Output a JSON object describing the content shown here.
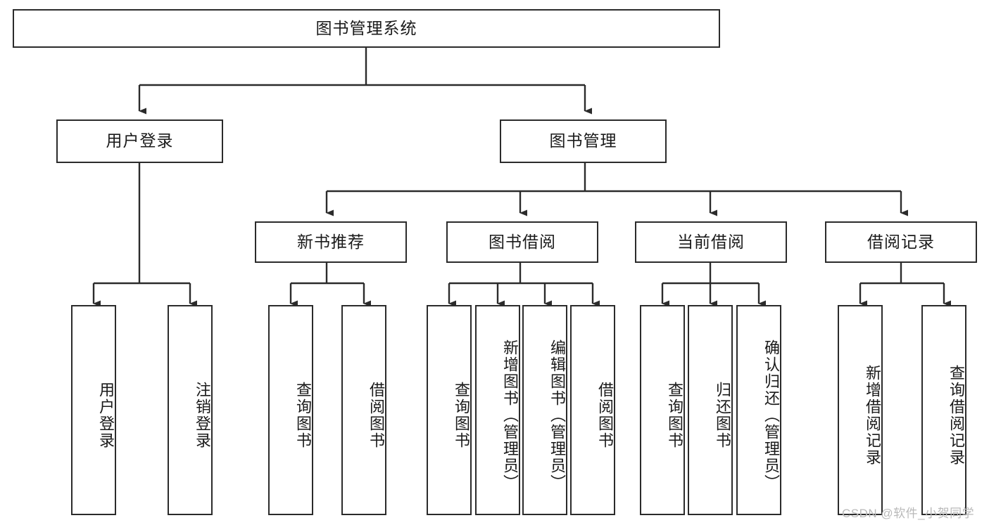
{
  "diagram": {
    "title": "图书管理系统",
    "type": "tree-hierarchy-chart",
    "root": {
      "label": "图书管理系统"
    },
    "level1": [
      {
        "label": "用户登录"
      },
      {
        "label": "图书管理"
      }
    ],
    "level2": [
      {
        "label": "新书推荐"
      },
      {
        "label": "图书借阅"
      },
      {
        "label": "当前借阅"
      },
      {
        "label": "借阅记录"
      }
    ],
    "leaves": {
      "user_login": [
        {
          "label": "用户登录"
        },
        {
          "label": "注销登录"
        }
      ],
      "new_book_recommend": [
        {
          "label": "查询图书"
        },
        {
          "label": "借阅图书"
        }
      ],
      "book_borrow": [
        {
          "label": "查询图书"
        },
        {
          "label": "新增图书（管理员）"
        },
        {
          "label": "编辑图书（管理员）"
        },
        {
          "label": "借阅图书"
        }
      ],
      "current_borrow": [
        {
          "label": "查询图书"
        },
        {
          "label": "归还图书"
        },
        {
          "label": "确认归还（管理员）"
        }
      ],
      "borrow_record": [
        {
          "label": "新增借阅记录"
        },
        {
          "label": "查询借阅记录"
        }
      ]
    }
  },
  "watermark": {
    "text": "CSDN @软件_小贺同学"
  },
  "colors": {
    "border": "#2b2b2b",
    "text": "#1a1a1a",
    "background": "#ffffff",
    "connector": "#2b2b2b",
    "watermark": "#b9b9b9"
  }
}
